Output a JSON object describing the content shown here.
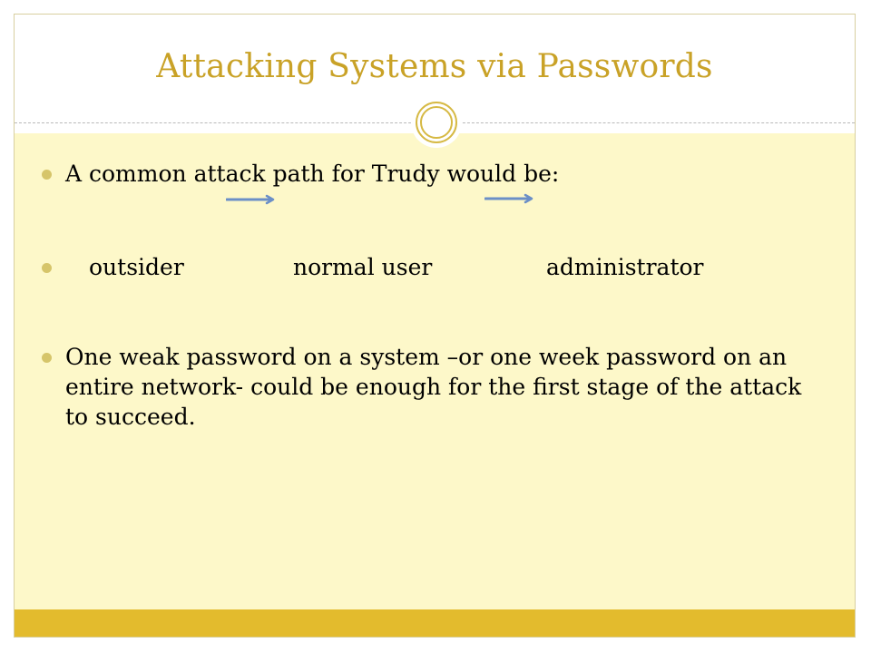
{
  "slide": {
    "title": "Attacking Systems via Passwords",
    "bullets": {
      "intro": "A common attack path for Trudy would be:",
      "path": {
        "step1": "outsider",
        "step2": "normal user",
        "step3": "administrator"
      },
      "weak_password": "One weak password on a system –or one week password on an entire network- could be enough for the first stage of the attack to succeed."
    }
  },
  "theme": {
    "title_color": "#c9a227",
    "content_background": "#fdf8c9",
    "footer_bar_color": "#e3bb2d",
    "arrow_color": "#6b8fc7",
    "bullet_color": "#d6c56a"
  },
  "icons": {
    "ring": "double-ring-ornament",
    "arrow": "right-arrow-icon"
  }
}
